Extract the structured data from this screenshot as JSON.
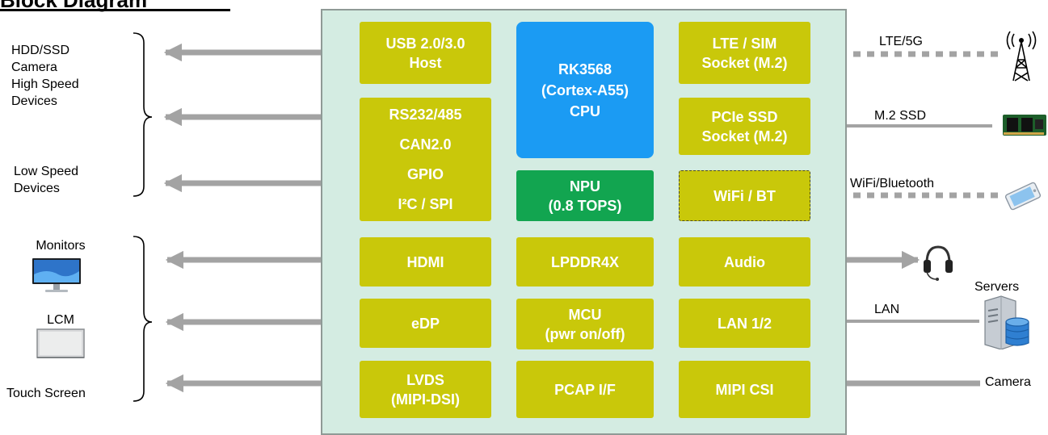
{
  "title": "Block Diagram",
  "colors": {
    "board": "#d4ece2",
    "block": "#c9c80a",
    "cpu": "#1b9bf3",
    "npu": "#12a550",
    "arrow": "#a3a3a3"
  },
  "blocks": {
    "usb": "USB 2.0/3.0\nHost",
    "rs": "RS232/485\nCAN2.0\nGPIO\nI²C / SPI",
    "cpu": "RK3568\n(Cortex-A55)\nCPU",
    "npu": "NPU\n(0.8 TOPS)",
    "lte": "LTE / SIM\nSocket (M.2)",
    "pcie": "PCIe SSD\nSocket (M.2)",
    "wifi": "WiFi / BT",
    "hdmi": "HDMI",
    "lpddr": "LPDDR4X",
    "audio": "Audio",
    "edp": "eDP",
    "mcu": "MCU\n(pwr on/off)",
    "lan": "LAN 1/2",
    "lvds": "LVDS\n(MIPI-DSI)",
    "pcap": "PCAP I/F",
    "mipi": "MIPI CSI"
  },
  "left_labels": {
    "high_speed": "HDD/SSD\nCamera\nHigh Speed\nDevices",
    "low_speed": "Low Speed\nDevices",
    "monitors": "Monitors",
    "lcm": "LCM",
    "touch": "Touch Screen"
  },
  "right_labels": {
    "lte": "LTE/5G",
    "ssd": "M.2 SSD",
    "wifi": "WiFi/Bluetooth",
    "servers": "Servers",
    "lan": "LAN",
    "camera": "Camera"
  },
  "icons": [
    "antenna-tower-icon",
    "m2-ssd-icon",
    "smartphone-icon",
    "headset-icon",
    "server-database-icon",
    "monitor-icon",
    "lcm-panel-icon"
  ]
}
